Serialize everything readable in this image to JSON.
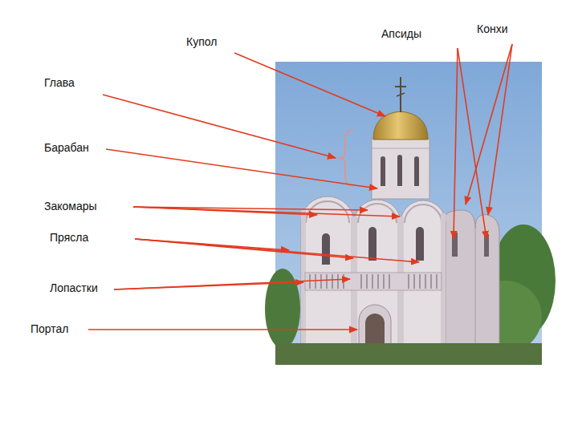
{
  "diagram": {
    "labels": [
      "Купол",
      "Апсиды",
      "Конхи",
      "Глава",
      "Барабан",
      "Закомары",
      "Прясла",
      "Лопастки",
      "Портал"
    ]
  }
}
